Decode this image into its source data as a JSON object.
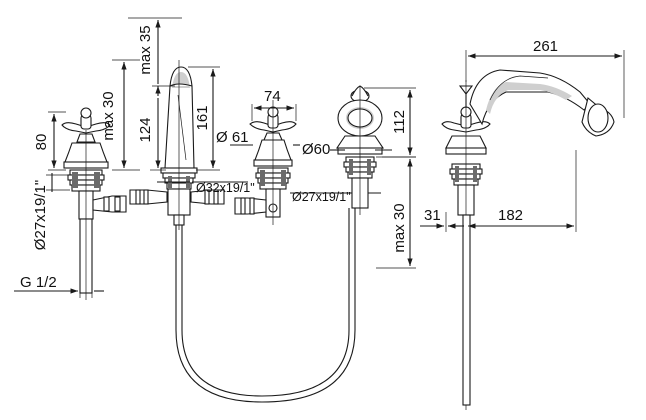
{
  "dimensions": {
    "max30_left": "max 30",
    "d80": "80",
    "thread_left": "Ø27x19/1\"",
    "g12": "G 1/2",
    "max35": "max 35",
    "d124": "124",
    "d161": "161",
    "thread_spout": "Ø32x19/1\"",
    "d74": "74",
    "d61": "Ø 61",
    "d60": "Ø60",
    "thread_mid": "Ø27x19/1\"",
    "d112": "112",
    "max30_right": "max 30",
    "d261": "261",
    "d31": "31",
    "d182": "182"
  }
}
